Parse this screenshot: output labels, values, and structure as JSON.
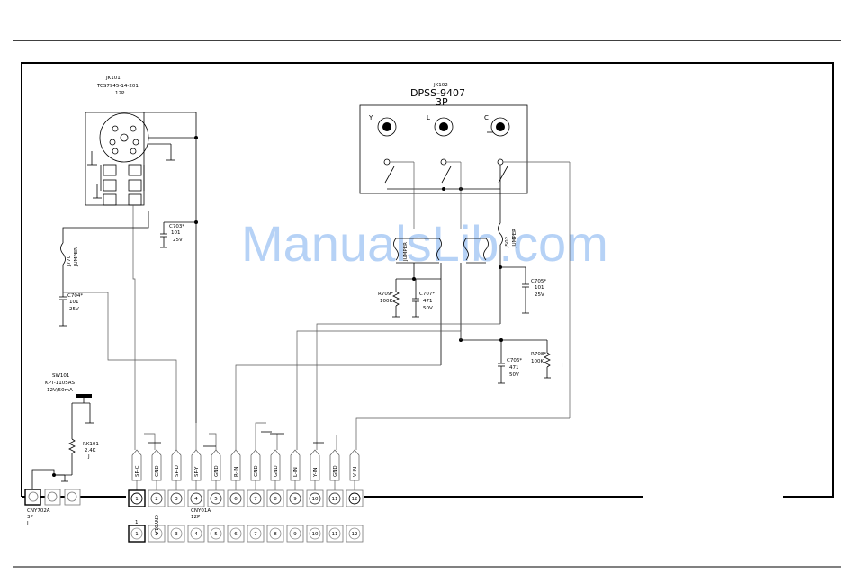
{
  "watermark": "ManualsLib.com",
  "jk101": {
    "ref": "JK101",
    "part": "TCS7945-14-201",
    "pins": "12P"
  },
  "jk102": {
    "ref": "JK102",
    "part": "DPSS-9407",
    "pins": "3P"
  },
  "jk102_labels": [
    "Y",
    "L",
    "C"
  ],
  "sw101": {
    "ref": "SW101",
    "part": "KPT-1105AS",
    "rating": "12V/50mA"
  },
  "rk101": {
    "ref": "RK101",
    "value": "2.4K",
    "note": "J"
  },
  "jumper_left": {
    "ref": "J770",
    "type": "JUMPER"
  },
  "jumper_right": {
    "ref": "J502",
    "type": "JUMPER"
  },
  "jumper_mid": {
    "ref": "JUMPER"
  },
  "c703": {
    "ref": "C703*",
    "value": "101",
    "voltage": "25V"
  },
  "c704": {
    "ref": "C704*",
    "value": "101",
    "voltage": "25V"
  },
  "c705": {
    "ref": "C705*",
    "value": "101",
    "voltage": "25V"
  },
  "c706": {
    "ref": "C706*",
    "value": "471",
    "voltage": "50V"
  },
  "c707": {
    "ref": "C707*",
    "value": "471",
    "voltage": "50V"
  },
  "r708": {
    "ref": "R708*",
    "value": "100K"
  },
  "r709": {
    "ref": "R709*",
    "value": "100K"
  },
  "cny702a": {
    "ref": "CNY702A",
    "pins": "3P",
    "note": "J"
  },
  "cny01a": {
    "ref": "CNY01A",
    "pins": "12P"
  },
  "cny01a_below": "CNY01A",
  "signal_labels": [
    "SP-C",
    "GND",
    "SP-D",
    "SP-Y",
    "GND",
    "R-IN",
    "GND",
    "GND",
    "L-IN",
    "Y-IN",
    "GND",
    "V-IN"
  ],
  "pin_numbers": [
    "1",
    "2",
    "3",
    "4",
    "5",
    "6",
    "7",
    "8",
    "9",
    "10",
    "11",
    "12"
  ],
  "marker_1": "1",
  "marker_l": "l"
}
